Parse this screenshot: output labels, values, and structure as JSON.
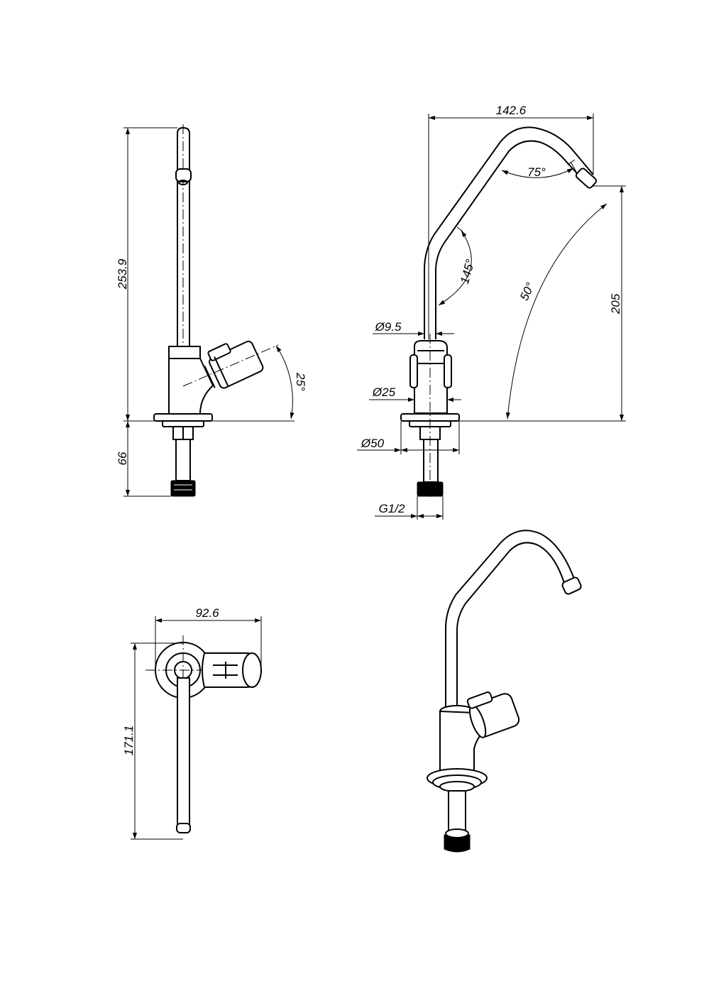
{
  "drawing": {
    "side_view": {
      "height_dim": "253.9",
      "tail_dim": "66",
      "lever_angle": "25°"
    },
    "front_view": {
      "spout_reach": "142.6",
      "spout_angle": "75°",
      "bend_angle": "145°",
      "tilt_angle": "50°",
      "outlet_height": "205",
      "tube_diameter": "Ø9.5",
      "body_diameter": "Ø25",
      "flange_diameter": "Ø50",
      "thread": "G1/2"
    },
    "top_view": {
      "width_dim": "92.6",
      "depth_dim": "171.1"
    }
  }
}
